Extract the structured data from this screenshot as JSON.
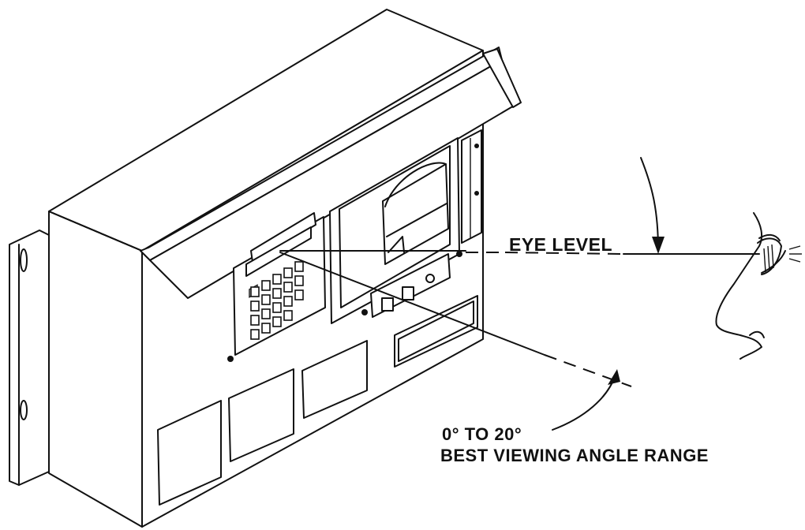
{
  "labels": {
    "eye_level": "EYE LEVEL",
    "angle_range": "0° TO 20°",
    "best_viewing": "BEST VIEWING ANGLE RANGE"
  },
  "colors": {
    "ink": "#111111",
    "paper": "#ffffff"
  },
  "icons": [
    "mounting-bracket",
    "enclosure",
    "sun-visor",
    "keypad",
    "printer",
    "eye-profile"
  ]
}
